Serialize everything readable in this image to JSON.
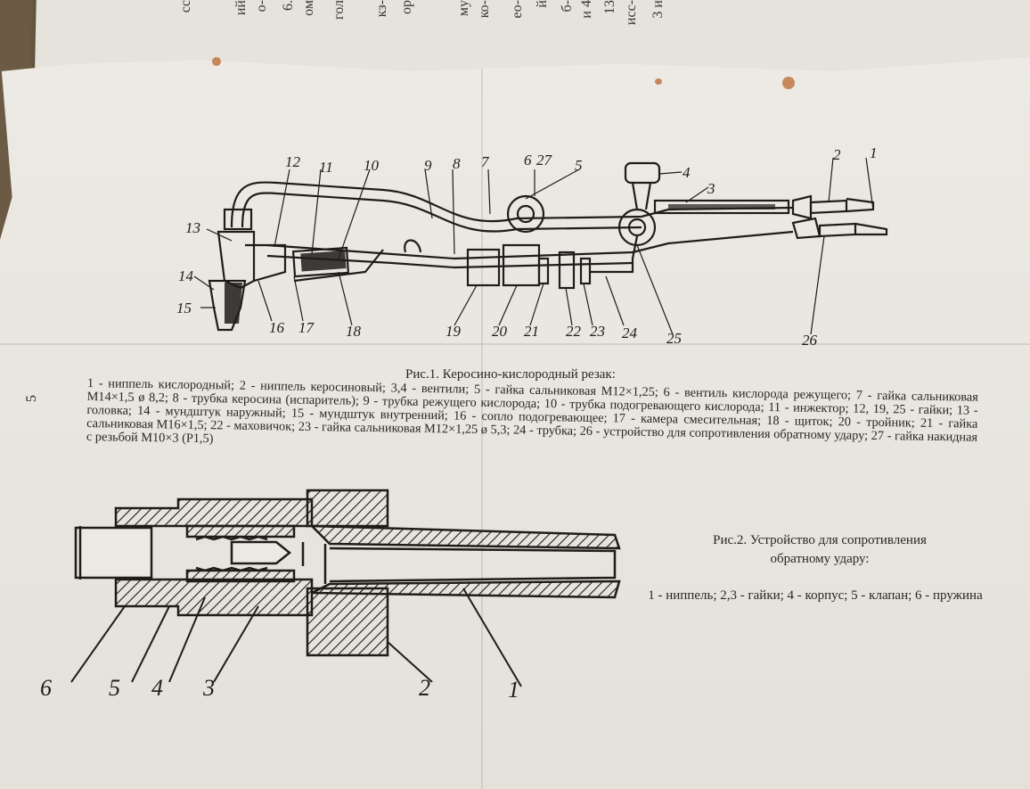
{
  "back_sheet": {
    "fragments": [
      "сс",
      "ий",
      "о-",
      "6.",
      "ом",
      "гол",
      "кз-",
      "ор",
      "му",
      "ко-",
      "ео-",
      "й",
      "б-",
      "и 4",
      "13",
      "исс-",
      "3 и"
    ]
  },
  "figure1": {
    "caption": "Рис.1. Керосино-кислородный резак:",
    "callouts": [
      "1",
      "2",
      "3",
      "4",
      "5",
      "6",
      "27",
      "7",
      "8",
      "9",
      "10",
      "11",
      "12",
      "13",
      "14",
      "15",
      "16",
      "17",
      "18",
      "19",
      "20",
      "21",
      "22",
      "23",
      "24",
      "25",
      "26"
    ],
    "legend": "1 - ниппель кислородный; 2 - ниппель керосиновый; 3,4 - вентили; 5 - гайка сальниковая М12×1,25; 6 - вентиль кислорода режущего; 7 - гайка сальниковая М14×1,5 ø 8,2; 8 - трубка керосина (испаритель); 9 - трубка режущего кислорода; 10 - трубка подогревающего кислорода; 11 - инжектор; 12, 19, 25 - гайки; 13 - головка; 14 - мундштук наружный; 15 - мундштук внутренний; 16 - сопло подогревающее; 17 - камера смесительная; 18 - щиток; 20 - тройник; 21 - гайка сальниковая М16×1,5; 22 - маховичок; 23 - гайка сальниковая М12×1,25 ø 5,3; 24 - трубка; 26 - устройство для сопротивления обратному удару; 27 - гайка накидная с резьбой М10×3 (Р1,5)"
  },
  "figure2": {
    "caption_line1": "Рис.2. Устройство для сопротивления",
    "caption_line2": "обратному удару:",
    "callouts": [
      "6",
      "5",
      "4",
      "3",
      "2",
      "1"
    ],
    "legend": "1 - ниппель; 2,3 - гайки; 4 - корпус; 5 - клапан; 6 - пружина"
  },
  "page_mark": "5"
}
